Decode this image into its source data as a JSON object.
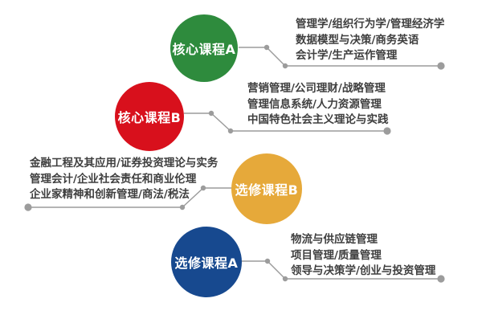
{
  "diagram": {
    "title": "curriculum-structure",
    "connector_color": "#9c9c9c",
    "text_color": "#3f3f3f",
    "groups": [
      {
        "id": "core-a",
        "label": "核心课程A",
        "color": "#2e8b3d",
        "courses": [
          "管理学/组织行为学/管理经济学",
          "数据模型与决策/商务英语",
          "会计学/生产运作管理"
        ]
      },
      {
        "id": "core-b",
        "label": "核心课程B",
        "color": "#d8101c",
        "courses": [
          "营销管理/公司理财/战略管理",
          "管理信息系统/人力资源管理",
          "中国特色社会主义理论与实践"
        ]
      },
      {
        "id": "elective-b",
        "label": "选修课程B",
        "color": "#e6a93a",
        "courses": [
          "金融工程及其应用/证券投资理论与实务",
          "管理会计/企业社会责任和商业伦理",
          "企业家精神和创新管理/商法/税法"
        ]
      },
      {
        "id": "elective-a",
        "label": "选修课程A",
        "color": "#17498f",
        "courses": [
          "物流与供应链管理",
          "项目管理/质量管理",
          "领导与决策学/创业与投资管理"
        ]
      }
    ]
  }
}
